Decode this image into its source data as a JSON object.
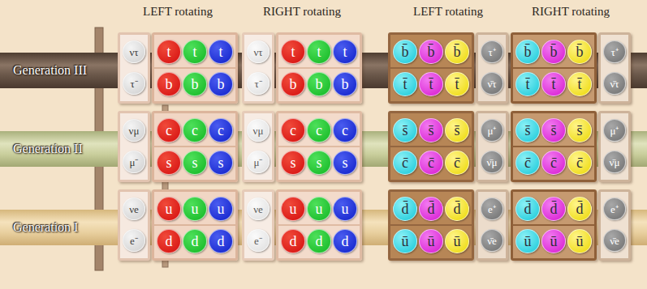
{
  "diagram": {
    "nodes": [
      {
        "text": [
          "Generation III"
        ]
      },
      {},
      {
        "text": [
          "ντ"
        ],
        "in": 1
      },
      {
        "text": [
          "τ⁻"
        ],
        "in": 1
      },
      {},
      {
        "text": [
          "t"
        ],
        "in": 4
      },
      {
        "text": [
          "t"
        ],
        "in": 4
      },
      {
        "text": [
          "t"
        ],
        "in": 4
      },
      {
        "text": [
          "b"
        ],
        "in": 4
      },
      {
        "text": [
          "b"
        ],
        "in": 4
      },
      {
        "text": [
          "b"
        ],
        "in": 4
      },
      {},
      {
        "text": [
          "ντ"
        ],
        "in": 11
      },
      {
        "text": [
          "τ⁻"
        ],
        "in": 11
      },
      {},
      {
        "text": [
          "t"
        ],
        "in": 14
      },
      {
        "text": [
          "t"
        ],
        "in": 14
      },
      {
        "text": [
          "t"
        ],
        "in": 14
      },
      {
        "text": [
          "b"
        ],
        "in": 14
      },
      {
        "text": [
          "b"
        ],
        "in": 14
      },
      {
        "text": [
          "b"
        ],
        "in": 14
      },
      {},
      {
        "text": [
          "b̄"
        ],
        "in": 21
      },
      {
        "text": [
          "b̄"
        ],
        "in": 21
      },
      {
        "text": [
          "b̄"
        ],
        "in": 21
      },
      {
        "text": [
          "t̄"
        ],
        "in": 21
      },
      {
        "text": [
          "t̄"
        ],
        "in": 21
      },
      {
        "text": [
          "t̄"
        ],
        "in": 21
      },
      {},
      {
        "text": [
          "τ⁺"
        ],
        "in": 28
      },
      {
        "text": [
          "ν̄τ"
        ],
        "in": 28
      },
      {},
      {
        "text": [
          "b̄"
        ],
        "in": 31
      },
      {
        "text": [
          "b̄"
        ],
        "in": 31
      },
      {
        "text": [
          "b̄"
        ],
        "in": 31
      },
      {
        "text": [
          "t̄"
        ],
        "in": 31
      },
      {
        "text": [
          "t̄"
        ],
        "in": 31
      },
      {
        "text": [
          "t̄"
        ],
        "in": 31
      },
      {},
      {
        "text": [
          "τ⁺"
        ],
        "in": 38
      },
      {
        "text": [
          "ν̄τ"
        ],
        "in": 38
      },
      {
        "text": [
          "Generation II"
        ]
      },
      {},
      {
        "text": [
          "νμ"
        ],
        "in": 42
      },
      {
        "text": [
          "μ⁻"
        ],
        "in": 42
      },
      {},
      {
        "text": [
          "c"
        ],
        "in": 45
      },
      {
        "text": [
          "c"
        ],
        "in": 45
      },
      {
        "text": [
          "c"
        ],
        "in": 45
      },
      {
        "text": [
          "s"
        ],
        "in": 45
      },
      {
        "text": [
          "s"
        ],
        "in": 45
      },
      {
        "text": [
          "s"
        ],
        "in": 45
      },
      {},
      {
        "text": [
          "νμ"
        ],
        "in": 52
      },
      {
        "text": [
          "μ⁻"
        ],
        "in": 52
      },
      {},
      {
        "text": [
          "c"
        ],
        "in": 55
      },
      {
        "text": [
          "c"
        ],
        "in": 55
      },
      {
        "text": [
          "c"
        ],
        "in": 55
      },
      {
        "text": [
          "s"
        ],
        "in": 55
      },
      {
        "text": [
          "s"
        ],
        "in": 55
      },
      {
        "text": [
          "s"
        ],
        "in": 55
      },
      {},
      {
        "text": [
          "s̄"
        ],
        "in": 62
      },
      {
        "text": [
          "s̄"
        ],
        "in": 62
      },
      {
        "text": [
          "s̄"
        ],
        "in": 62
      },
      {
        "text": [
          "c̄"
        ],
        "in": 62
      },
      {
        "text": [
          "c̄"
        ],
        "in": 62
      },
      {
        "text": [
          "c̄"
        ],
        "in": 62
      },
      {},
      {
        "text": [
          "μ⁺"
        ],
        "in": 69
      },
      {
        "text": [
          "ν̄μ"
        ],
        "in": 69
      },
      {},
      {
        "text": [
          "s̄"
        ],
        "in": 72
      },
      {
        "text": [
          "s̄"
        ],
        "in": 72
      },
      {
        "text": [
          "s̄"
        ],
        "in": 72
      },
      {
        "text": [
          "c̄"
        ],
        "in": 72
      },
      {
        "text": [
          "c̄"
        ],
        "in": 72
      },
      {
        "text": [
          "c̄"
        ],
        "in": 72
      },
      {},
      {
        "text": [
          "μ⁺"
        ],
        "in": 79
      },
      {
        "text": [
          "ν̄μ"
        ],
        "in": 79
      },
      {
        "text": [
          "Generation I"
        ]
      },
      {},
      {
        "text": [
          "νe"
        ],
        "in": 83
      },
      {
        "text": [
          "e⁻"
        ],
        "in": 83
      },
      {},
      {
        "text": [
          "u"
        ],
        "in": 86
      },
      {
        "text": [
          "u"
        ],
        "in": 86
      },
      {
        "text": [
          "u"
        ],
        "in": 86
      },
      {
        "text": [
          "d"
        ],
        "in": 86
      },
      {
        "text": [
          "d"
        ],
        "in": 86
      },
      {
        "text": [
          "d"
        ],
        "in": 86
      },
      {},
      {
        "text": [
          "νe"
        ],
        "in": 93
      },
      {
        "text": [
          "e⁻"
        ],
        "in": 93
      },
      {},
      {
        "text": [
          "u"
        ],
        "in": 96
      },
      {
        "text": [
          "u"
        ],
        "in": 96
      },
      {
        "text": [
          "u"
        ],
        "in": 96
      },
      {
        "text": [
          "d"
        ],
        "in": 96
      },
      {
        "text": [
          "d"
        ],
        "in": 96
      },
      {
        "text": [
          "d"
        ],
        "in": 96
      },
      {},
      {
        "text": [
          "d̄"
        ],
        "in": 103
      },
      {
        "text": [
          "d̄"
        ],
        "in": 103
      },
      {
        "text": [
          "d̄"
        ],
        "in": 103
      },
      {
        "text": [
          "ū"
        ],
        "in": 103
      },
      {
        "text": [
          "ū"
        ],
        "in": 103
      },
      {
        "text": [
          "ū"
        ],
        "in": 103
      },
      {},
      {
        "text": [
          "e⁺"
        ],
        "in": 110
      },
      {
        "text": [
          "ν̄e"
        ],
        "in": 110
      },
      {},
      {
        "text": [
          "d̄"
        ],
        "in": 113
      },
      {
        "text": [
          "d̄"
        ],
        "in": 113
      },
      {
        "text": [
          "d̄"
        ],
        "in": 113
      },
      {
        "text": [
          "ū"
        ],
        "in": 113
      },
      {
        "text": [
          "ū"
        ],
        "in": 113
      },
      {
        "text": [
          "ū"
        ],
        "in": 113
      },
      {},
      {
        "text": [
          "e⁺"
        ],
        "in": 120
      },
      {
        "text": [
          "ν̄e"
        ],
        "in": 120
      }
    ],
    "labels": [
      "LEFT rotating",
      "RIGHT rotating",
      "LEFT rotating",
      "RIGHT rotating"
    ]
  }
}
